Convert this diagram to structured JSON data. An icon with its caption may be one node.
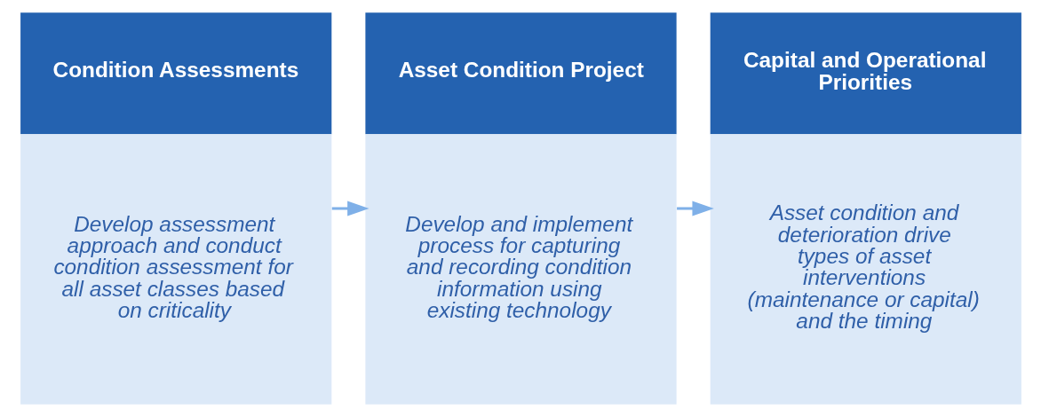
{
  "diagram": {
    "nodes": [
      {
        "text": [
          "Condition Assessments",
          "Develop assessment approach and conduct condition assessment for all asset classes based on criticality"
        ]
      },
      {
        "text": [
          "Asset Condition Project",
          "Develop and implement process for capturing and recording condition information using existing technology"
        ]
      },
      {
        "text": [
          "Capital and Operational Priorities",
          "Asset condition and deterioration drive types of asset interventions (maintenance or capital) and the timing"
        ]
      }
    ],
    "edges": [
      {
        "from": 0,
        "to": 1,
        "arrow": "to"
      },
      {
        "from": 1,
        "to": 2,
        "arrow": "to"
      }
    ]
  }
}
